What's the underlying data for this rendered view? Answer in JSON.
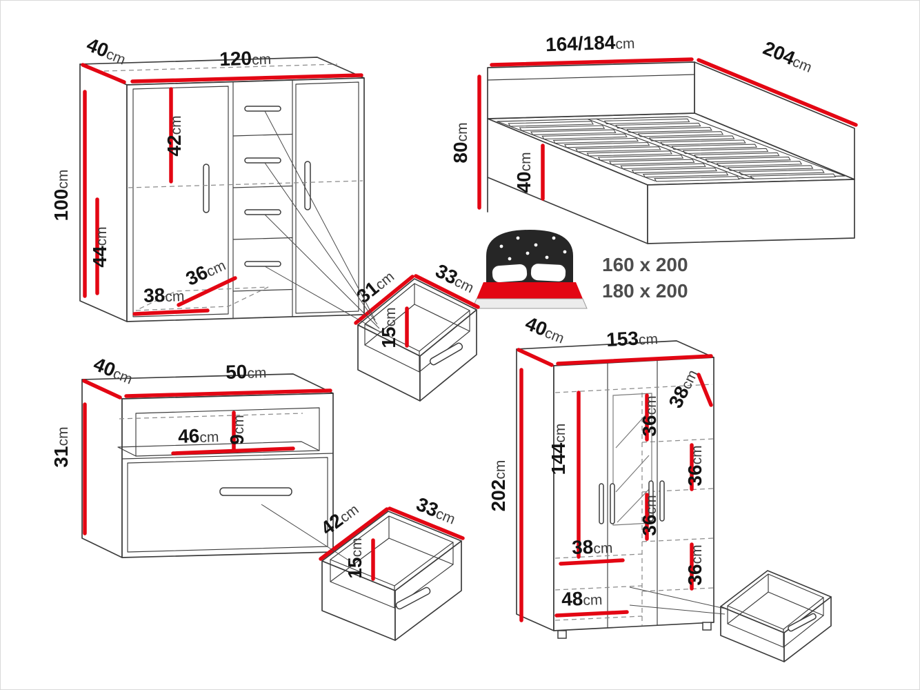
{
  "colors": {
    "accent": "#e30613",
    "line": "#3c3c3c",
    "text": "#141414",
    "muted_text": "#4d4d4d"
  },
  "units": {
    "cm": "cm"
  },
  "dresser": {
    "width": "120",
    "depth": "40",
    "height": "100",
    "upper_section": "42",
    "lower_section": "44",
    "inner_width": "38",
    "inner_depth": "36"
  },
  "drawer_small": {
    "edge_a": "31",
    "edge_b": "33",
    "height": "15"
  },
  "bed": {
    "width": "164/184",
    "length": "204",
    "headboard_height": "80",
    "frame_height": "40",
    "sizes": [
      "160 x 200",
      "180 x 200"
    ]
  },
  "nightstand": {
    "depth": "40",
    "width": "50",
    "height": "31",
    "inner_width": "46",
    "niche_height": "9"
  },
  "drawer_medium": {
    "edge_a": "42",
    "edge_b": "33",
    "height": "15"
  },
  "wardrobe": {
    "depth": "40",
    "width": "153",
    "height": "202",
    "hanging_height": "144",
    "top_section": "38",
    "shelf_gaps": [
      "36",
      "36",
      "36",
      "36"
    ],
    "drawer_front": "38",
    "drawer_width": "48"
  }
}
